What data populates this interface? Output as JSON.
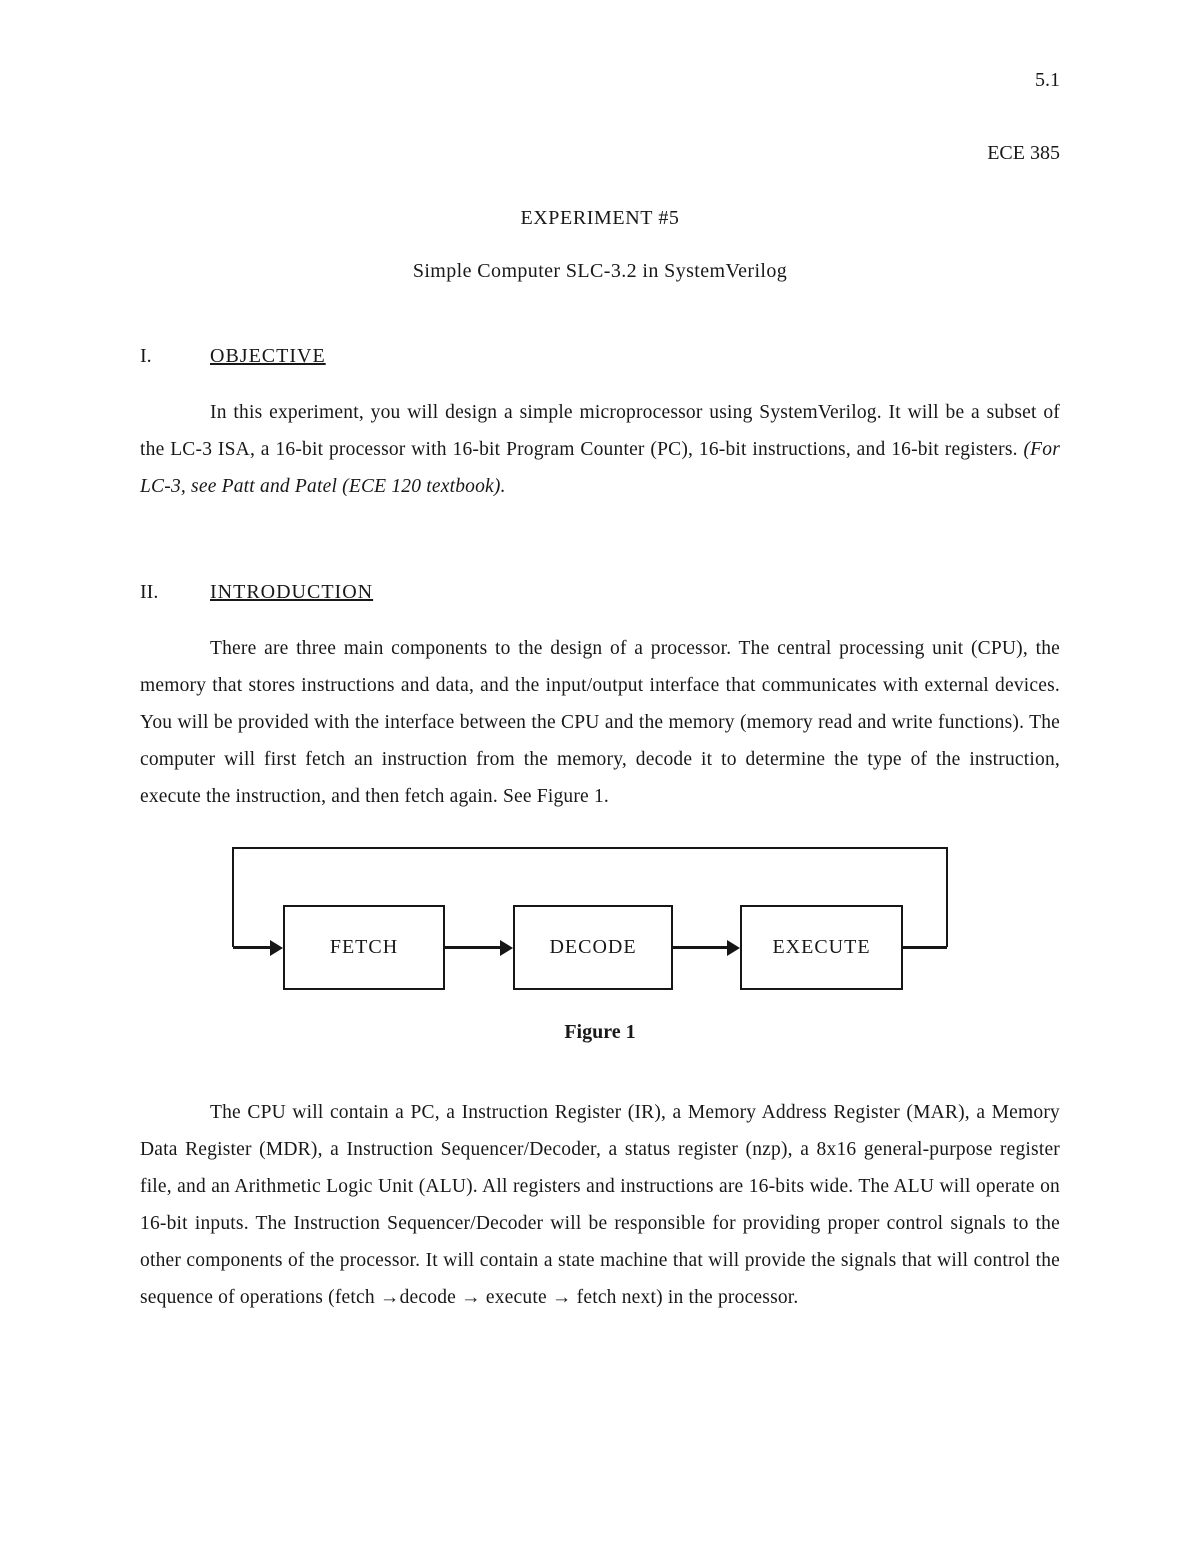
{
  "header": {
    "page_number": "5.1",
    "course": "ECE 385"
  },
  "title": {
    "main": "EXPERIMENT #5",
    "subtitle": "Simple Computer SLC-3.2 in SystemVerilog"
  },
  "objective": {
    "numeral": "I.",
    "heading": "OBJECTIVE",
    "body_normal": "In this experiment, you will design a simple microprocessor using SystemVerilog. It will be a subset of the LC-3 ISA, a 16-bit processor with 16-bit Program Counter (PC), 16-bit instructions, and 16-bit registers. ",
    "body_italic": "(For LC-3, see Patt and Patel (ECE 120 textbook)."
  },
  "introduction": {
    "numeral": "II.",
    "heading": "INTRODUCTION",
    "body": "There are three main components to the design of a processor. The central processing unit (CPU), the memory that stores instructions and data, and the input/output interface that communicates with external devices. You will be provided with the interface between the CPU and the memory (memory read and write functions). The computer will first fetch an instruction from the memory, decode it to determine the type of the instruction, execute the instruction, and then fetch again. See Figure 1."
  },
  "figure": {
    "caption": "Figure 1",
    "boxes": [
      {
        "label": "FETCH"
      },
      {
        "label": "DECODE"
      },
      {
        "label": "EXECUTE"
      }
    ]
  },
  "cpu_paragraph": {
    "body": "The CPU will contain a PC, a Instruction Register (IR), a Memory Address Register (MAR), a Memory Data Register (MDR), a Instruction Sequencer/Decoder, a status register (nzp), a 8x16 general-purpose register file, and an Arithmetic Logic Unit (ALU). All registers and instructions are 16-bits wide. The ALU will operate on 16-bit inputs. The Instruction Sequencer/Decoder will be responsible for providing proper control signals to the other components of the processor. It will contain a state machine that will provide the signals that will control the sequence of operations (fetch →decode → execute → fetch next) in the processor."
  }
}
